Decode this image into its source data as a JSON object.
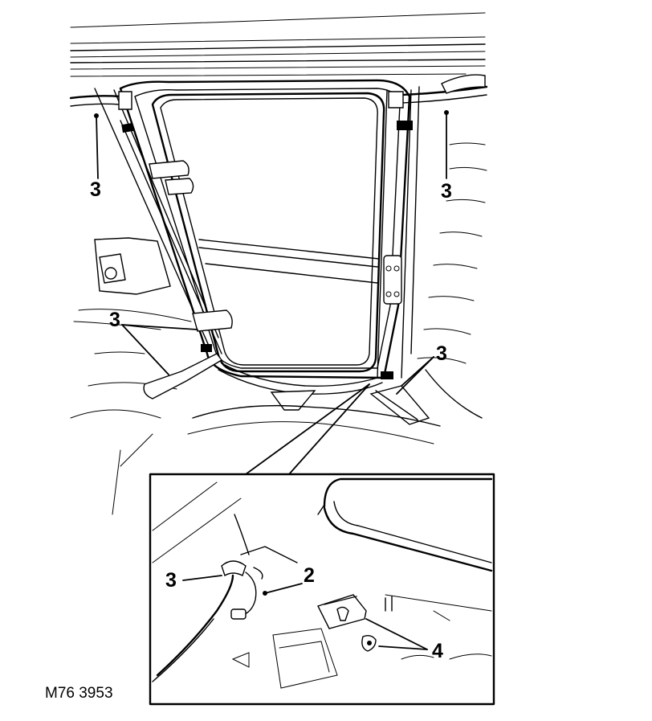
{
  "figure": {
    "reference": "M76 3953"
  },
  "callouts": {
    "top_left": "3",
    "top_right": "3",
    "mid_left": "3",
    "mid_right": "3",
    "inset_left": "3",
    "inset_harness": "2",
    "inset_bracket": "4"
  },
  "colors": {
    "ink": "#000000",
    "paper": "#ffffff"
  }
}
